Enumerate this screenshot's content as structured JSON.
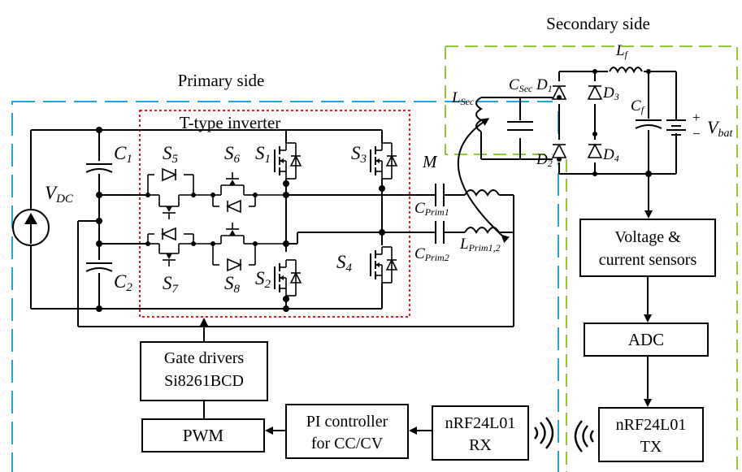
{
  "regions": {
    "primary": "Primary side",
    "secondary": "Secondary side",
    "inverter": "T-type inverter"
  },
  "colors": {
    "primary_border": "#1aa7e0",
    "secondary_border": "#8cc63f",
    "inverter_border": "#e0201e"
  },
  "labels": {
    "vdc": {
      "main": "V",
      "sub": "DC"
    },
    "c1": {
      "main": "C",
      "sub": "1"
    },
    "c2": {
      "main": "C",
      "sub": "2"
    },
    "s1": {
      "main": "S",
      "sub": "1"
    },
    "s2": {
      "main": "S",
      "sub": "2"
    },
    "s3": {
      "main": "S",
      "sub": "3"
    },
    "s4": {
      "main": "S",
      "sub": "4"
    },
    "s5": {
      "main": "S",
      "sub": "5"
    },
    "s6": {
      "main": "S",
      "sub": "6"
    },
    "s7": {
      "main": "S",
      "sub": "7"
    },
    "s8": {
      "main": "S",
      "sub": "8"
    },
    "cprim1": {
      "main": "C",
      "sub": "Prim1"
    },
    "cprim2": {
      "main": "C",
      "sub": "Prim2"
    },
    "lprim": {
      "main": "L",
      "sub": "Prim1,2"
    },
    "m": "M",
    "lsec": {
      "main": "L",
      "sub": "Sec"
    },
    "csec": {
      "main": "C",
      "sub": "Sec"
    },
    "d1": {
      "main": "D",
      "sub": "1"
    },
    "d2": {
      "main": "D",
      "sub": "2"
    },
    "d3": {
      "main": "D",
      "sub": "3"
    },
    "d4": {
      "main": "D",
      "sub": "4"
    },
    "lf": {
      "main": "L",
      "sub": "f"
    },
    "cf": {
      "main": "C",
      "sub": "f"
    },
    "vbat": {
      "main": "V",
      "sub": "bat"
    },
    "plus": "+",
    "minus": "−"
  },
  "blocks": {
    "gate_drivers": [
      "Gate drivers",
      "Si8261BCD"
    ],
    "pwm": "PWM",
    "pi": [
      "PI controller",
      "for CC/CV"
    ],
    "rx": [
      "nRF24L01",
      "RX"
    ],
    "sensors": [
      "Voltage &",
      "current sensors"
    ],
    "adc": "ADC",
    "tx": [
      "nRF24L01",
      "TX"
    ]
  }
}
